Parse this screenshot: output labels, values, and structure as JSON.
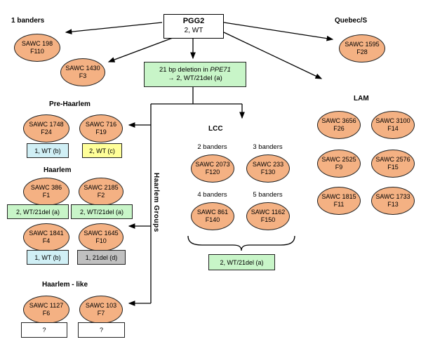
{
  "colors": {
    "ellipse": "#F4B183",
    "green": "#C8F5C8",
    "blue": "#D0EFF5",
    "yellow": "#FFFF99",
    "gray": "#C0C0C0"
  },
  "root": {
    "name": "PGG2",
    "genotype": "2, WT"
  },
  "deletion": {
    "text": "21 bp deletion in",
    "gene": "PPE71",
    "result": "→ 2, WT/21del (a)"
  },
  "haarlem_groups_label": "Haarlem Groups",
  "one_banders": {
    "label": "1 banders",
    "nodes": [
      {
        "id": "SAWC 198",
        "f": "F110"
      },
      {
        "id": "SAWC 1430",
        "f": "F3"
      }
    ]
  },
  "quebec": {
    "label": "Quebec/S",
    "nodes": [
      {
        "id": "SAWC 1595",
        "f": "F28"
      }
    ]
  },
  "lam": {
    "label": "LAM",
    "nodes": [
      {
        "id": "SAWC 3656",
        "f": "F26"
      },
      {
        "id": "SAWC 3100",
        "f": "F14"
      },
      {
        "id": "SAWC 2525",
        "f": "F9"
      },
      {
        "id": "SAWC 2576",
        "f": "F15"
      },
      {
        "id": "SAWC 1815",
        "f": "F11"
      },
      {
        "id": "SAWC 1733",
        "f": "F13"
      }
    ]
  },
  "pre_haarlem": {
    "label": "Pre-Haarlem",
    "nodes": [
      {
        "id": "SAWC 1748",
        "f": "F24",
        "tag": "1, WT (b)"
      },
      {
        "id": "SAWC 716",
        "f": "F19",
        "tag": "2, WT (c)"
      }
    ]
  },
  "haarlem": {
    "label": "Haarlem",
    "nodes": [
      {
        "id": "SAWC 386",
        "f": "F1",
        "tag": "2, WT/21del (a)"
      },
      {
        "id": "SAWC 2185",
        "f": "F2",
        "tag": "2, WT/21del (a)"
      },
      {
        "id": "SAWC 1841",
        "f": "F4",
        "tag": "1, WT (b)"
      },
      {
        "id": "SAWC 1645",
        "f": "F10",
        "tag": "1, 21del (d)"
      }
    ]
  },
  "haarlem_like": {
    "label": "Haarlem - like",
    "nodes": [
      {
        "id": "SAWC 1127",
        "f": "F6",
        "tag": "?"
      },
      {
        "id": "SAWC 103",
        "f": "F7",
        "tag": "?"
      }
    ]
  },
  "lcc": {
    "label": "LCC",
    "tag": "2, WT/21del (a)",
    "nodes": [
      {
        "sub": "2 banders",
        "id": "SAWC 2073",
        "f": "F120"
      },
      {
        "sub": "3 banders",
        "id": "SAWC 233",
        "f": "F130"
      },
      {
        "sub": "4 banders",
        "id": "SAWC 861",
        "f": "F140"
      },
      {
        "sub": "5 banders",
        "id": "SAWC 1162",
        "f": "F150"
      }
    ]
  }
}
